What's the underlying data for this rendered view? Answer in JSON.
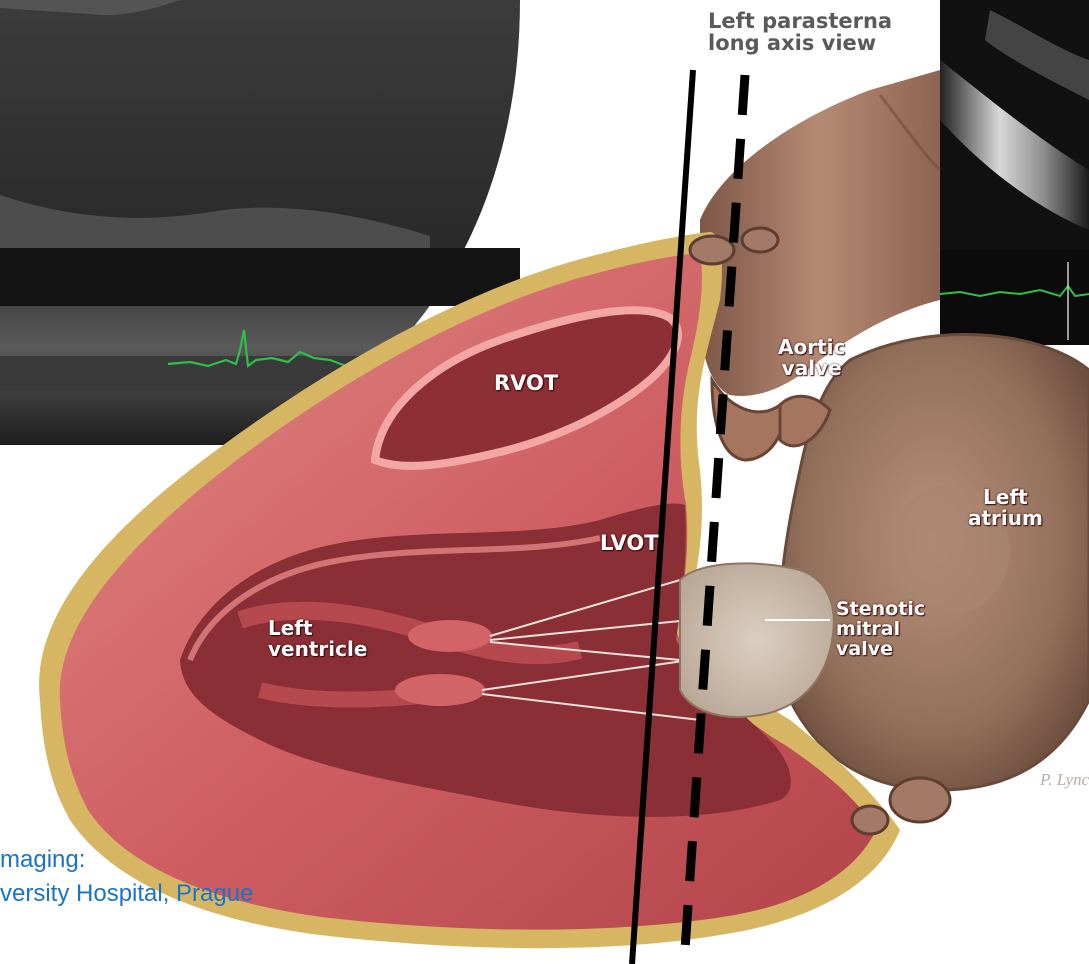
{
  "view_title": {
    "line1": "Left parasterna",
    "line2": "long axis view"
  },
  "anatomy_labels": {
    "rvot": "RVOT",
    "lvot": "LVOT",
    "left_ventricle": "Left\nventricle",
    "aortic_valve": "Aortic\nvalve",
    "left_atrium": "Left\natrium",
    "stenotic_mitral_valve": "Stenotic\nmitral\nvalve"
  },
  "illustrator_signature": "P. Lynch",
  "credit": {
    "line1": "maging:",
    "line2": "versity Hospital, Prague"
  },
  "colors": {
    "myocardium": "#c8565a",
    "endocardium": "#e07a7c",
    "cavity": "#8a2f35",
    "fat": "#d9c77a",
    "vessel": "#a77a66",
    "atrium": "#9c7560",
    "echo_bg": "#1b1b1b",
    "ecg_trace": "#2fbf4a",
    "credit_text": "#1a73c9"
  }
}
